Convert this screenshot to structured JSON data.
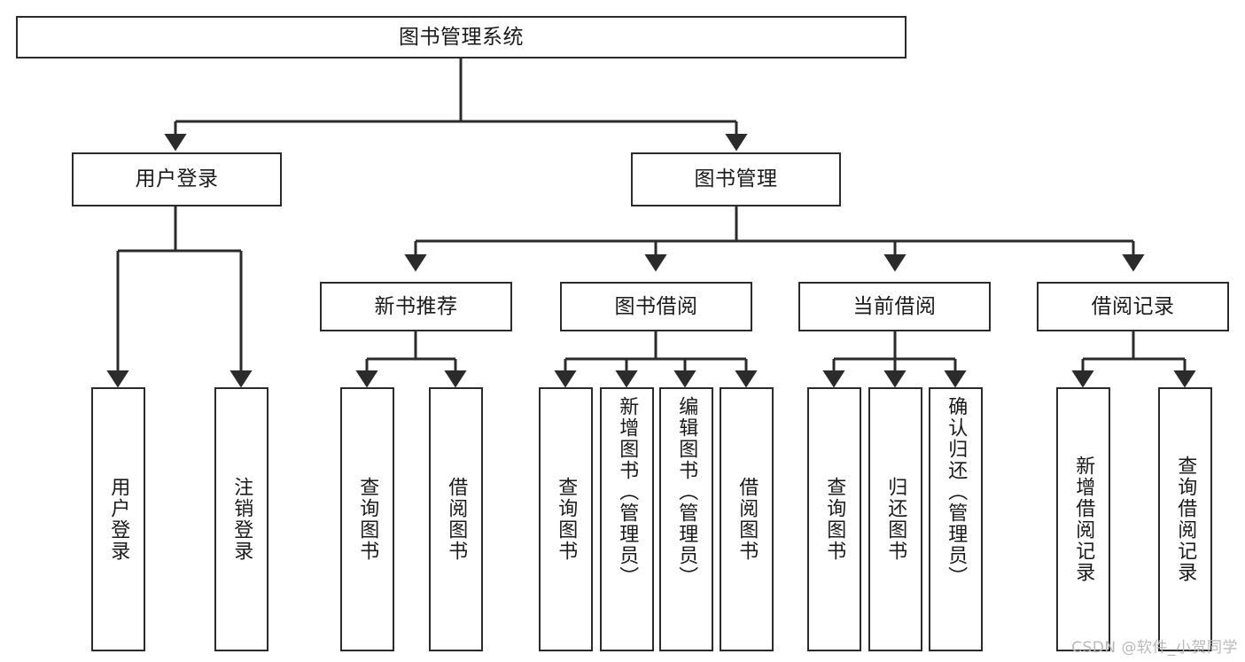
{
  "diagram": {
    "type": "tree-hierarchy",
    "title": "图书管理系统",
    "root": {
      "label": "图书管理系统"
    },
    "level2": [
      {
        "id": "user-login",
        "label": "用户登录"
      },
      {
        "id": "book-management",
        "label": "图书管理"
      }
    ],
    "level3": [
      {
        "id": "new-book-recommend",
        "label": "新书推荐",
        "parent": "book-management"
      },
      {
        "id": "book-borrow",
        "label": "图书借阅",
        "parent": "book-management"
      },
      {
        "id": "current-borrow",
        "label": "当前借阅",
        "parent": "book-management"
      },
      {
        "id": "borrow-record",
        "label": "借阅记录",
        "parent": "book-management"
      }
    ],
    "leaves": {
      "user-login": [
        {
          "id": "leaf-user-login",
          "label": "用户登录"
        },
        {
          "id": "leaf-user-logout",
          "label": "注销登录"
        }
      ],
      "new-book-recommend": [
        {
          "id": "leaf-query-book-1",
          "label": "查询图书"
        },
        {
          "id": "leaf-borrow-book-1",
          "label": "借阅图书"
        }
      ],
      "book-borrow": [
        {
          "id": "leaf-query-book-2",
          "label": "查询图书"
        },
        {
          "id": "leaf-add-book",
          "label": "新增图书（管理员）"
        },
        {
          "id": "leaf-edit-book",
          "label": "编辑图书（管理员）"
        },
        {
          "id": "leaf-borrow-book-2",
          "label": "借阅图书"
        }
      ],
      "current-borrow": [
        {
          "id": "leaf-query-book-3",
          "label": "查询图书"
        },
        {
          "id": "leaf-return-book",
          "label": "归还图书"
        },
        {
          "id": "leaf-confirm-return",
          "label": "确认归还（管理员）"
        }
      ],
      "borrow-record": [
        {
          "id": "leaf-add-record",
          "label": "新增借阅记录"
        },
        {
          "id": "leaf-query-record",
          "label": "查询借阅记录"
        }
      ]
    }
  },
  "watermark": {
    "text": "CSDN @软件_小贺同学"
  },
  "colors": {
    "stroke": "#2b2b2b",
    "text": "#1a1a1a",
    "background": "#ffffff",
    "watermark": "#b9b9b9"
  }
}
